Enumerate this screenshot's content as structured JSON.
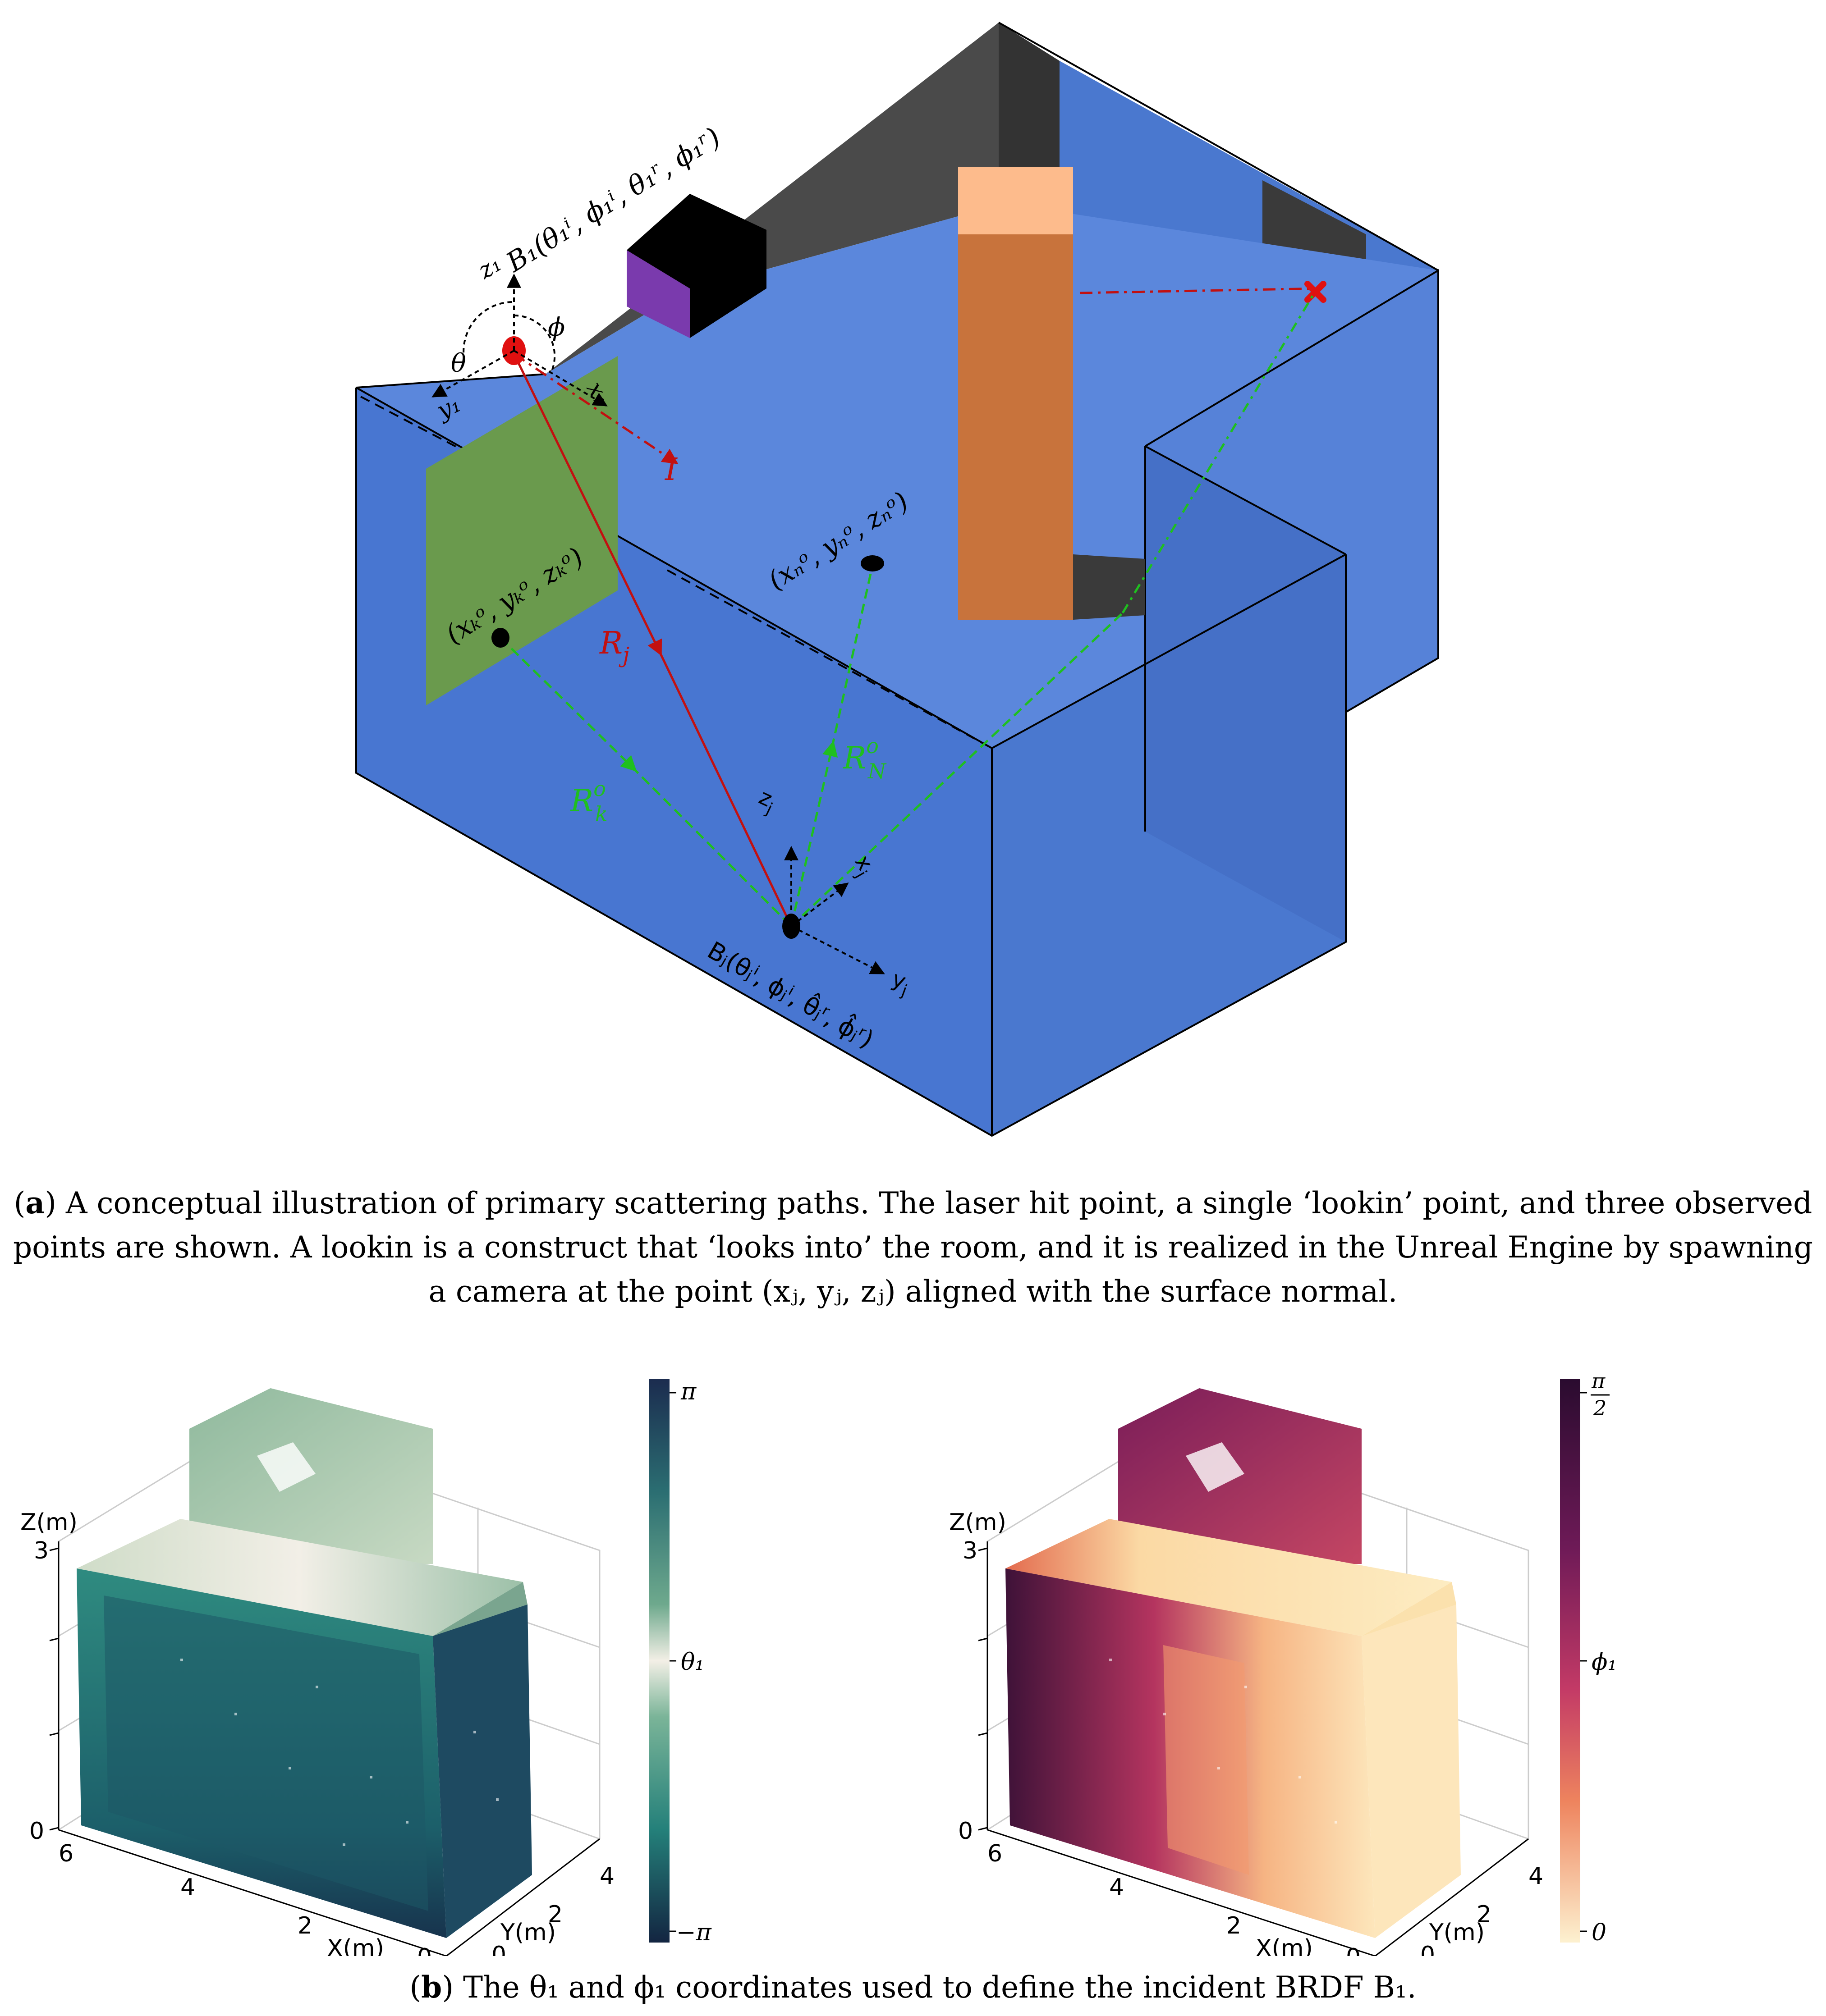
{
  "figure_a": {
    "labels": {
      "b1": "B₁(θ₁ⁱ, ϕ₁ⁱ, θ₁ʳ, ϕ₁ʳ)",
      "z1": "z₁",
      "y1": "y₁",
      "x1": "x₁",
      "theta": "θ",
      "phi": "ϕ",
      "I": "I",
      "Rj": "R",
      "Rj_sub": "j",
      "xk_point": "(xₖᵒ, yₖᵒ, zₖᵒ)",
      "xn_point": "(xₙᵒ, yₙᵒ, zₙᵒ)",
      "Rk": "R",
      "Rk_sup": "o",
      "Rk_sub": "k",
      "Rn": "R",
      "Rn_sup": "o",
      "Rn_sub": "N",
      "zj": "z",
      "zj_sub": "j",
      "xj": "x",
      "xj_sub": "j",
      "yj": "y",
      "yj_sub": "j",
      "bj": "Bⱼ(θⱼⁱ, ϕⱼⁱ, θ̂ⱼʳ, ϕ̂ⱼʳ)"
    },
    "caption_bold": "a",
    "caption": ") A conceptual illustration of primary scattering paths. The laser hit point, a single ‘lookin’ point, and three observed points are shown. A lookin is a construct that ‘looks into’ the room, and it is realized in the Unreal Engine by spawning a camera at the point (xⱼ, yⱼ, zⱼ) aligned with the surface normal."
  },
  "figure_b": {
    "left_plot": {
      "zlabel": "Z(m)",
      "xlabel": "X(m)",
      "ylabel": "Y(m)",
      "z_ticks": [
        "3",
        "0"
      ],
      "x_ticks": [
        "6",
        "4",
        "2",
        "0"
      ],
      "y_ticks": [
        "4",
        "2",
        "0"
      ],
      "colorbar_label": "θ₁",
      "colorbar_top": "π",
      "colorbar_bottom": "−π",
      "colormap": [
        "#0f1f3f",
        "#1a5e6a",
        "#2c8a7f",
        "#86b89a",
        "#f3efe6"
      ]
    },
    "right_plot": {
      "zlabel": "Z(m)",
      "xlabel": "X(m)",
      "ylabel": "Y(m)",
      "z_ticks": [
        "3",
        "0"
      ],
      "x_ticks": [
        "6",
        "4",
        "2",
        "0"
      ],
      "y_ticks": [
        "4",
        "2",
        "0"
      ],
      "colorbar_label": "ϕ₁",
      "colorbar_top_num": "π",
      "colorbar_top_den": "2",
      "colorbar_bottom": "0",
      "colormap": [
        "#2a0b2f",
        "#6e1a57",
        "#b8346a",
        "#ec7a5a",
        "#fbd9a4",
        "#fdf1d0"
      ]
    },
    "caption_bold": "b",
    "caption": ") The θ₁ and ϕ₁ coordinates used to define the incident BRDF B₁."
  }
}
